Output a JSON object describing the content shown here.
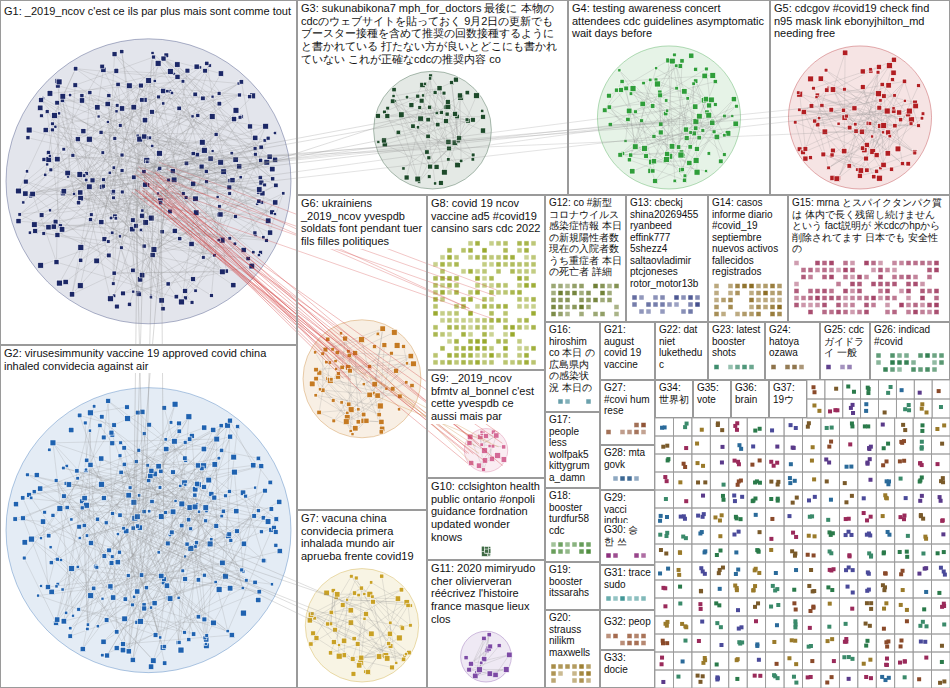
{
  "diagram": {
    "nodes": [
      {
        "text": [
          "G1: _2019_ncov c'est ce ils par plus mais sont comme tout"
        ]
      },
      {
        "text": [
          "G2: virusesimmunity vaccine 19 approved covid china inhaled convidecia against air"
        ]
      },
      {
        "text": [
          "G3: sukunabikona7 mph_for_doctors 最後に 本物のcdcのウェブサイトを貼っておく 9月2日の更新でも ブースター接種を含めて推奨の回数接種するようにと書かれている 打たない方が良いとどこにも書かれていない これが正確なcdcの推奨内容 co"
        ]
      },
      {
        "text": [
          "G4: testing awareness concert attendees cdc guidelines asymptomatic wait days before"
        ]
      },
      {
        "text": [
          "G5: cdcgov #covid19 check find n95 mask link ebonyjhilton_md needing free"
        ]
      },
      {
        "text": [
          "G6: ukrainiens _2019_ncov yvespdb soldats font pendant tuer fils filles politiques"
        ]
      },
      {
        "text": [
          "G7: vacuna china convidecia primera inhalada mundo air aprueba frente covid19"
        ]
      },
      {
        "text": [
          "G8: covid 19 ncov vaccine ad5 #covid19 cansino sars cdc 2022"
        ]
      },
      {
        "text": [
          "G9: _2019_ncov bfmtv al_bonnel c'est cette yvespdb ce aussi mais par"
        ]
      },
      {
        "text": [
          "G10: cclsighton health public ontario #onpoli guidance fordnation updated wonder knows"
        ]
      },
      {
        "text": [
          "G11: 2020 mimiryudo cher olivierveran réécrivez l'histoire france masque lieux clos"
        ]
      },
      {
        "text": [
          "G12: co #新型コロナウイルス感染症情報 本日の新規陽性者数 現在の入院者数うち重症者 本日の死亡者 詳細"
        ]
      },
      {
        "text": [
          "G13: cbeckj shina20269455 ryanbeed effink777 5shezz4 saltaovladimir ptcjoneses rotor_motor13b"
        ]
      },
      {
        "text": [
          "G14: casos informe diario #covid_19 septiembre nuevos activos fallecidos registrados"
        ]
      },
      {
        "text": [
          "G15: mrna とスパイクタンパク質は 体内で長く残留し続けません という fact説明が 米cdcのhpから削除されてます 日本でも 安全性の"
        ]
      },
      {
        "text": [
          "G16: hiroshim co 本日 の広島県内の感染状況 本日の"
        ]
      },
      {
        "text": [
          "G17: people less wolfpak5 kittygrum a_damn"
        ]
      },
      {
        "text": [
          "G18: booster turdfur58 cdc"
        ]
      },
      {
        "text": [
          "G19: booster itssarahs"
        ]
      },
      {
        "text": [
          "G20: strauss nilikm maxwells"
        ]
      },
      {
        "text": [
          "G21: august covid 19 vaccine"
        ]
      },
      {
        "text": [
          "G22: dat niet luketheduc"
        ]
      },
      {
        "text": [
          "G23: latest booster shots"
        ]
      },
      {
        "text": [
          "G24: hatoya ozawa"
        ]
      },
      {
        "text": [
          "G25: cdc ガイドライ 一般"
        ]
      },
      {
        "text": [
          "G26: indicad #covid"
        ]
      },
      {
        "text": [
          "G27: #covi hum rese"
        ]
      },
      {
        "text": [
          "G28: mta govk"
        ]
      },
      {
        "text": [
          "G29: vacci induc"
        ]
      },
      {
        "text": [
          "G30: 승 한 쓰"
        ]
      },
      {
        "text": [
          "G31: trace sudo"
        ]
      },
      {
        "text": [
          "G32: peop"
        ]
      },
      {
        "text": [
          "G33: docie"
        ]
      },
      {
        "text": [
          "G34: 世界初"
        ]
      },
      {
        "text": [
          "G35: vote"
        ]
      },
      {
        "text": [
          "G36: brain"
        ]
      },
      {
        "text": [
          "G37: 19ウ"
        ]
      }
    ]
  }
}
